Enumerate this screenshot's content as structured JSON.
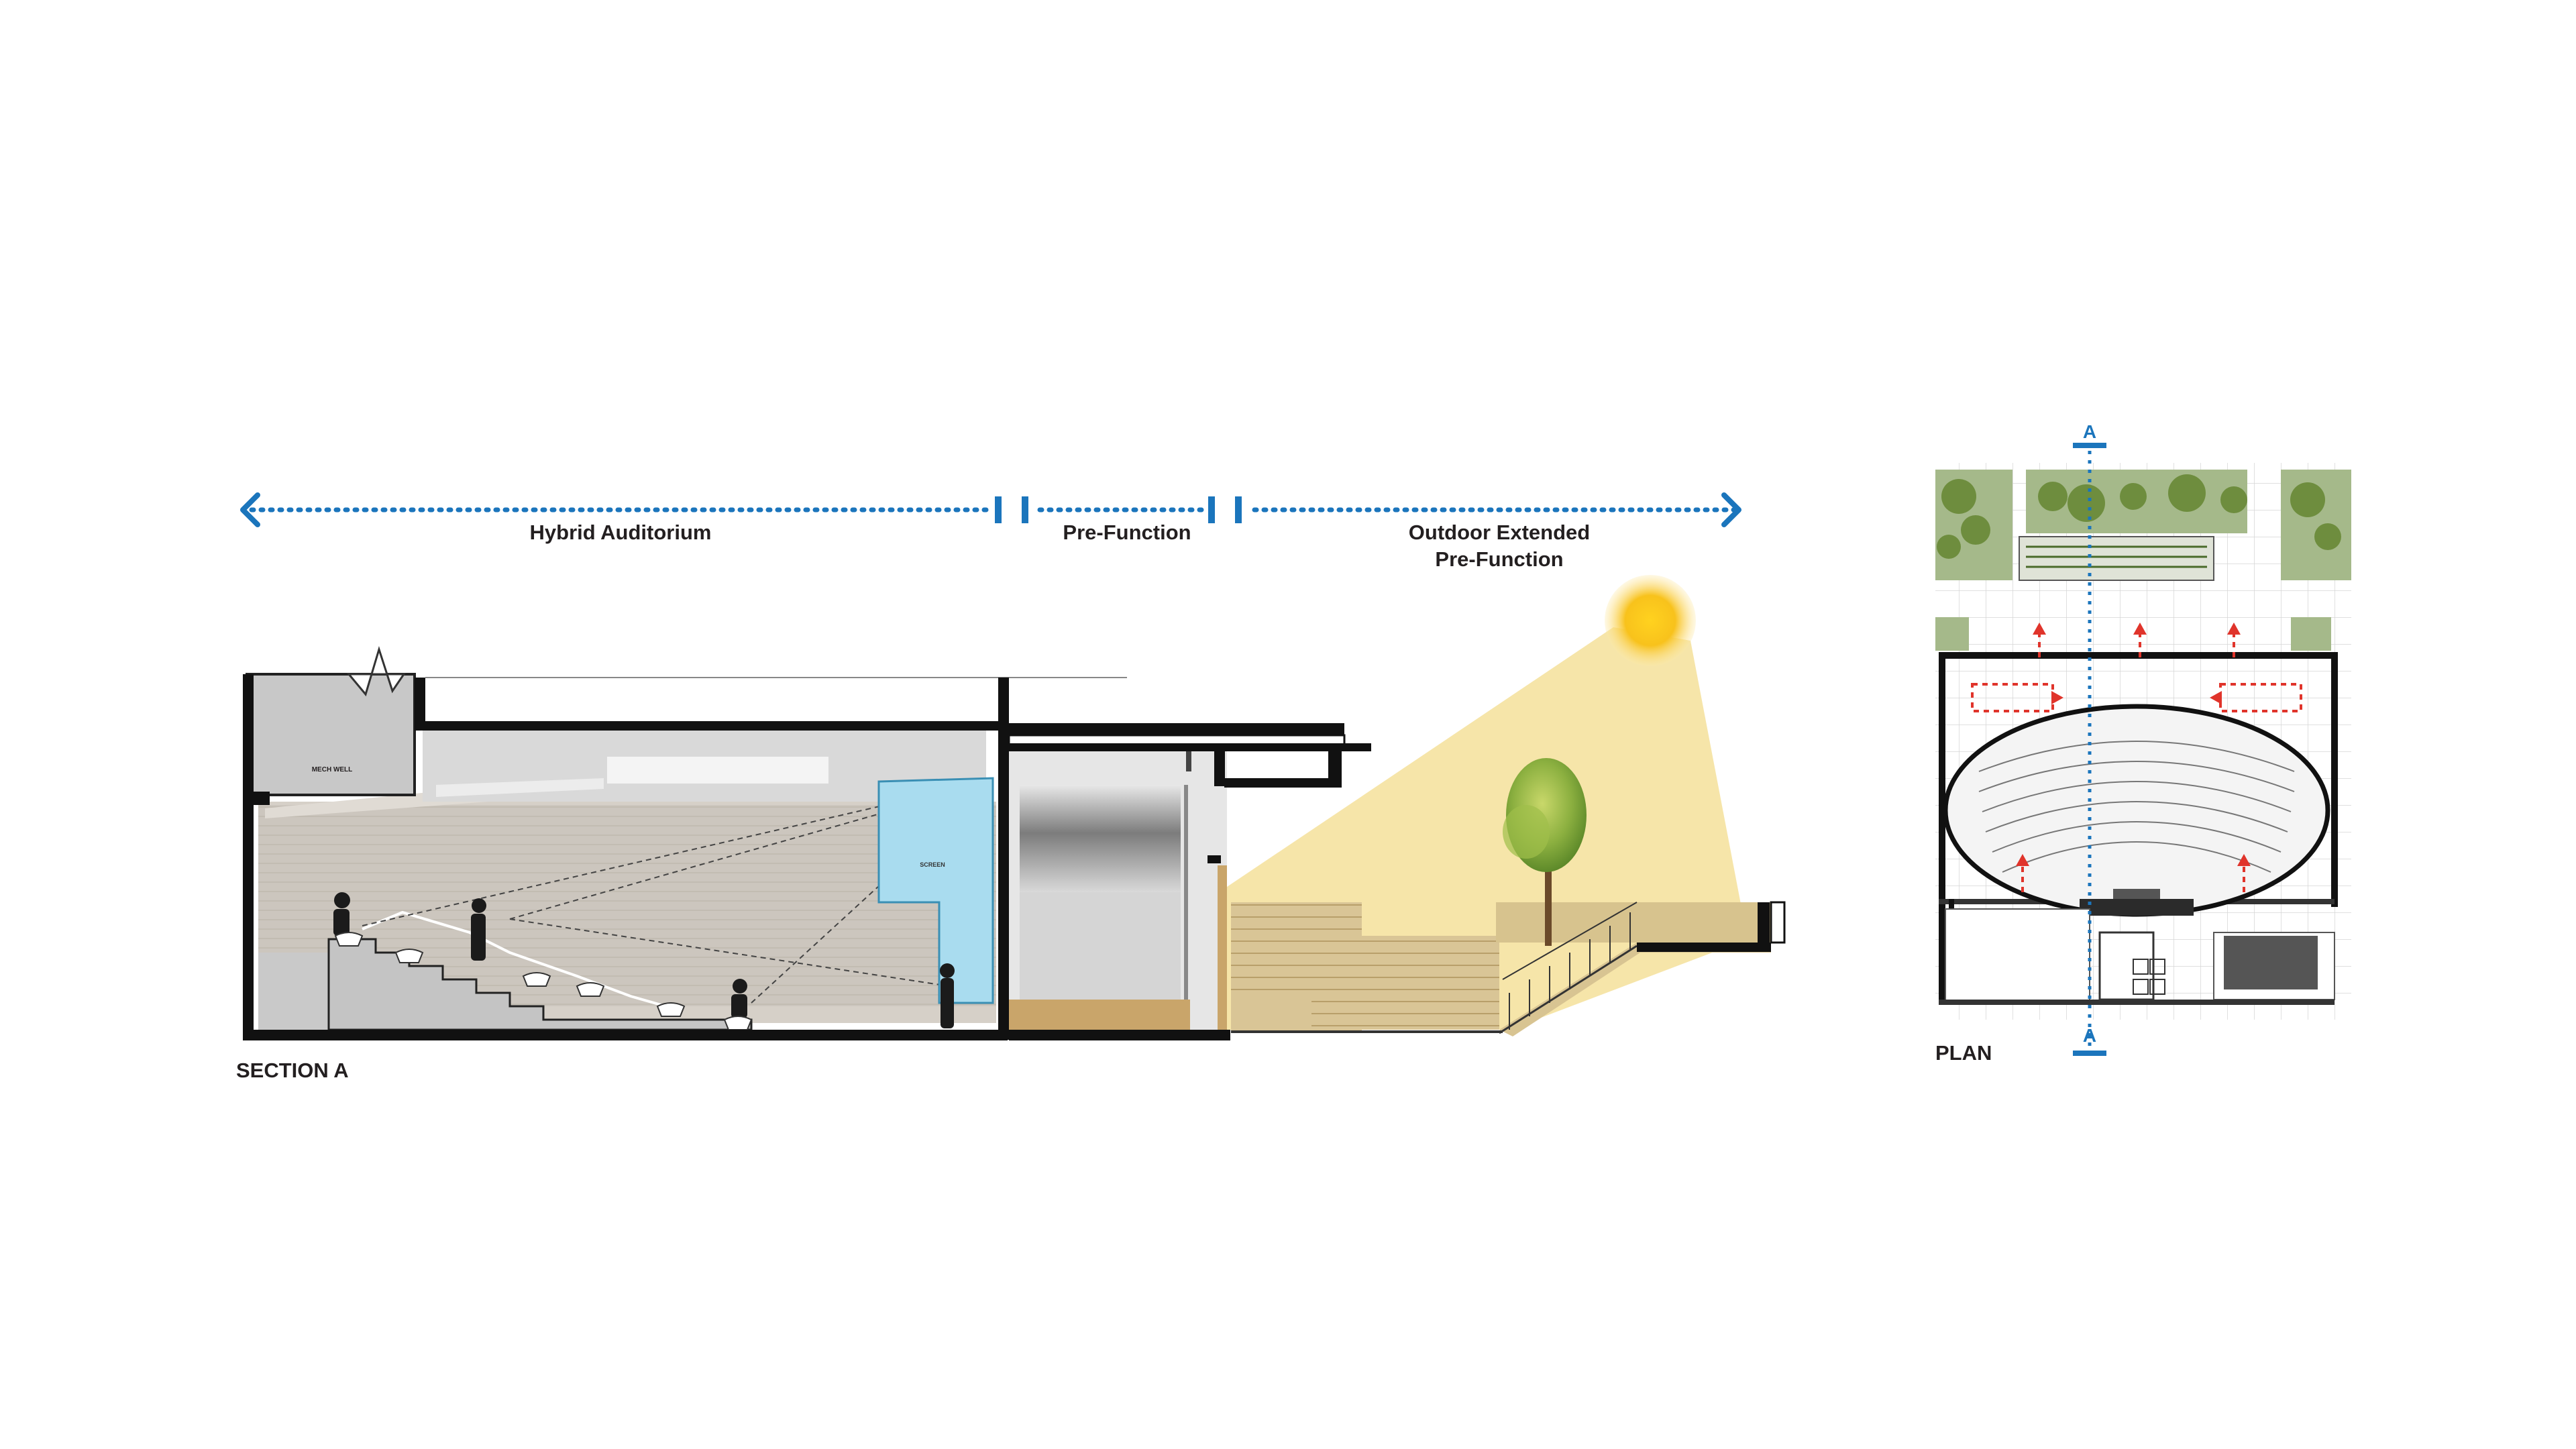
{
  "zones": {
    "hybrid_auditorium": "Hybrid Auditorium",
    "pre_function": "Pre-Function",
    "outdoor_line1": "Outdoor Extended",
    "outdoor_line2": "Pre-Function"
  },
  "section": {
    "title": "SECTION A",
    "mech_well": "MECH WELL",
    "screen": "SCREEN"
  },
  "plan": {
    "title": "PLAN",
    "cut_marker_top": "A",
    "cut_marker_bottom": "A"
  },
  "colors": {
    "dimension_blue": "#1b75bc",
    "arrow_red": "#e0342b",
    "sun_yellow": "#f8c21c",
    "light_cone": "#f3dc8c",
    "screen_blue": "#a9dcef",
    "tree_green": "#7fa83a",
    "wall_black": "#111111"
  },
  "icons": {
    "sun": "sun-icon",
    "tree": "tree-icon",
    "person": "person-silhouette-icon"
  }
}
